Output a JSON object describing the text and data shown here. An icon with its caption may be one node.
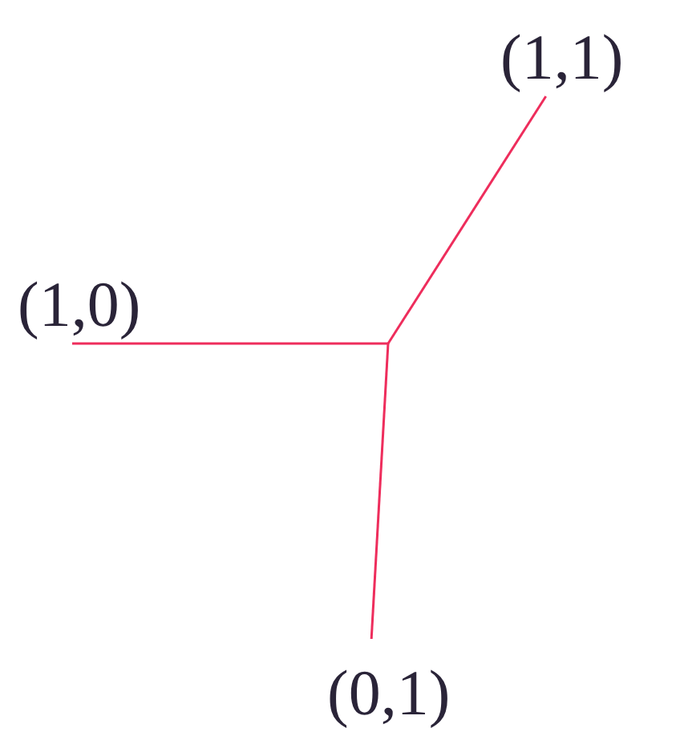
{
  "diagram": {
    "nodes": [
      {
        "text": [
          "(1,1)"
        ]
      },
      {
        "text": [
          "(1,0)"
        ]
      },
      {
        "text": [
          "(0,1)"
        ]
      }
    ],
    "edges": [
      {
        "from": null,
        "to": 0,
        "arrow": "none",
        "color": "#ee2d5c"
      },
      {
        "from": null,
        "to": 1,
        "arrow": "none",
        "color": "#ee2d5c"
      },
      {
        "from": null,
        "to": 2,
        "arrow": "none",
        "color": "#ee2d5c"
      }
    ]
  }
}
